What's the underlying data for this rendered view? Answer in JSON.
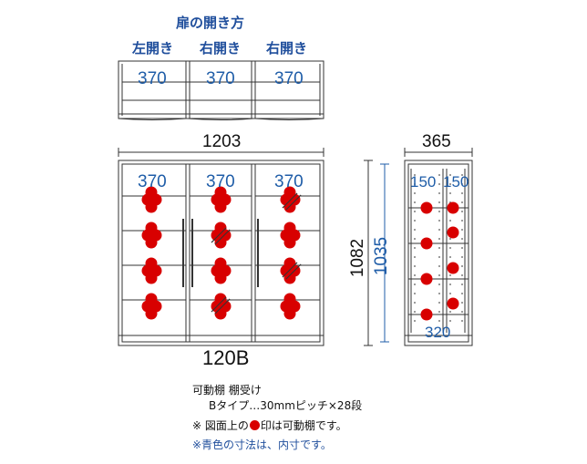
{
  "header": {
    "title": "扉の開き方",
    "door_labels": [
      "左開き",
      "右開き",
      "右開き"
    ]
  },
  "top_view": {
    "inner_widths": [
      "370",
      "370",
      "370"
    ]
  },
  "front_view": {
    "width": "1203",
    "inner_widths": [
      "370",
      "370",
      "370"
    ],
    "model": "120B"
  },
  "side_view": {
    "depth": "365",
    "shelf_widths": [
      "150",
      "150"
    ],
    "inner_depth": "320",
    "height_outer": "1082",
    "height_inner": "1035"
  },
  "notes": {
    "line1": "可動棚 棚受け",
    "line2": "Bタイプ…30mmピッチ×28段",
    "line3_prefix": "※ 図面上の",
    "line3_suffix": "印は可動棚です。",
    "line4": "※青色の寸法は、内寸です。"
  },
  "colors": {
    "blue": "#1f5da8",
    "title_blue": "#1f4e9c",
    "red": "#d80000"
  }
}
